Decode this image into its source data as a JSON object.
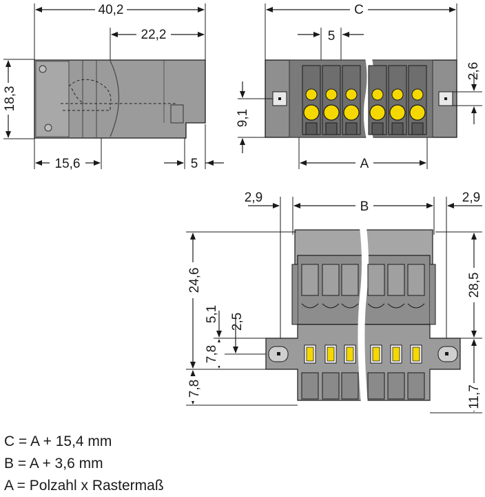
{
  "dimensions": {
    "side_view": {
      "total_length": "40,2",
      "partial_length": "22,2",
      "height": "18,3",
      "bottom_left": "15,6",
      "bottom_right": "5"
    },
    "front_view": {
      "total_width": "C",
      "pitch": "5",
      "right_offset": "2,6",
      "left_height": "9,1",
      "bottom_width": "A"
    },
    "top_view": {
      "left_margin": "2,9",
      "middle_width": "B",
      "right_margin": "2,9",
      "left_height_upper": "24,6",
      "left_dim_a": "5,1",
      "left_dim_b": "2,5",
      "left_dim_c": "7,8",
      "left_dim_d": "7,8",
      "right_height_upper": "28,5",
      "right_height_lower": "11,7"
    }
  },
  "formulas": [
    "C = A + 15,4 mm",
    "B = A + 3,6 mm",
    "A = Polzahl x Rastermaß"
  ],
  "colors": {
    "housing": "#9b9b9b",
    "housing_dark": "#6e6e6e",
    "accent": "#f5d800",
    "line": "#1a1a1a"
  }
}
